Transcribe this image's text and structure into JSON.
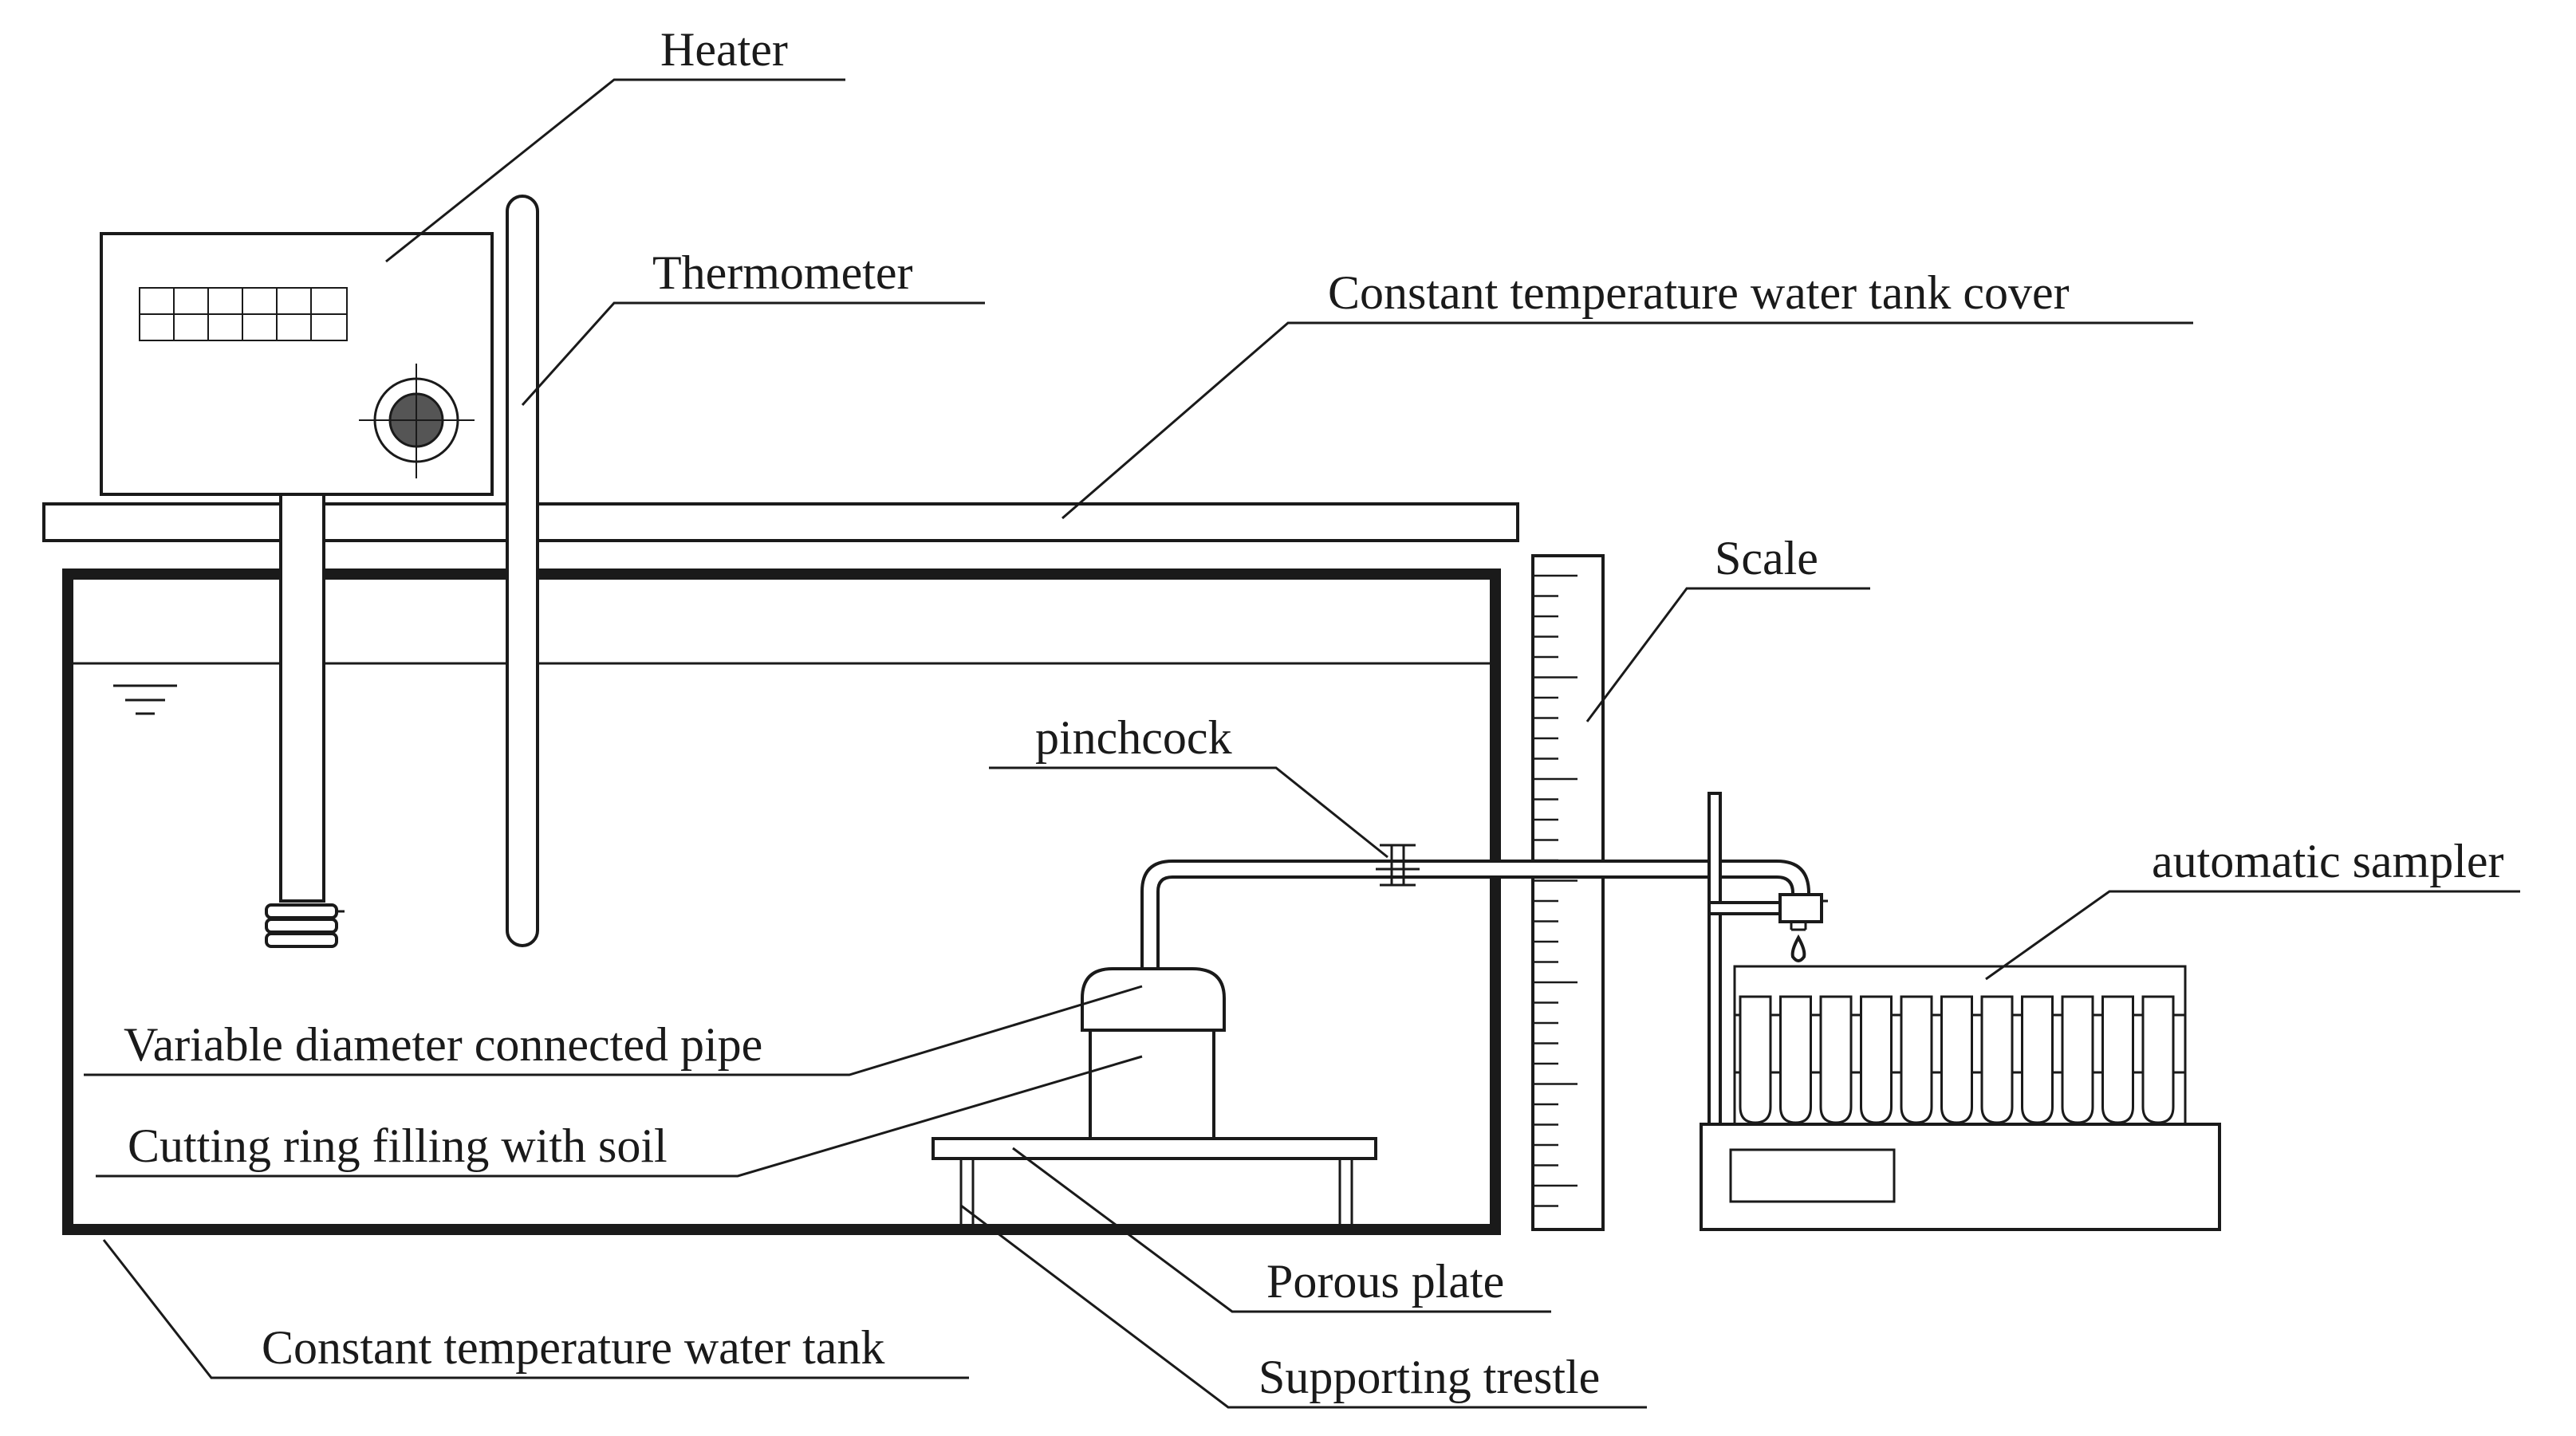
{
  "labels": {
    "heater": "Heater",
    "thermometer": "Thermometer",
    "tank_cover": "Constant temperature water tank cover",
    "scale": "Scale",
    "pinchcock": "pinchcock",
    "automatic_sampler": "automatic sampler",
    "variable_pipe": "Variable diameter connected pipe",
    "cutting_ring": "Cutting ring filling with soil",
    "porous_plate": "Porous plate",
    "water_tank": "Constant temperature water tank",
    "supporting_trestle": "Supporting trestle"
  },
  "colors": {
    "ink": "#1a1a1a",
    "background": "#ffffff",
    "knob": "#555555"
  }
}
